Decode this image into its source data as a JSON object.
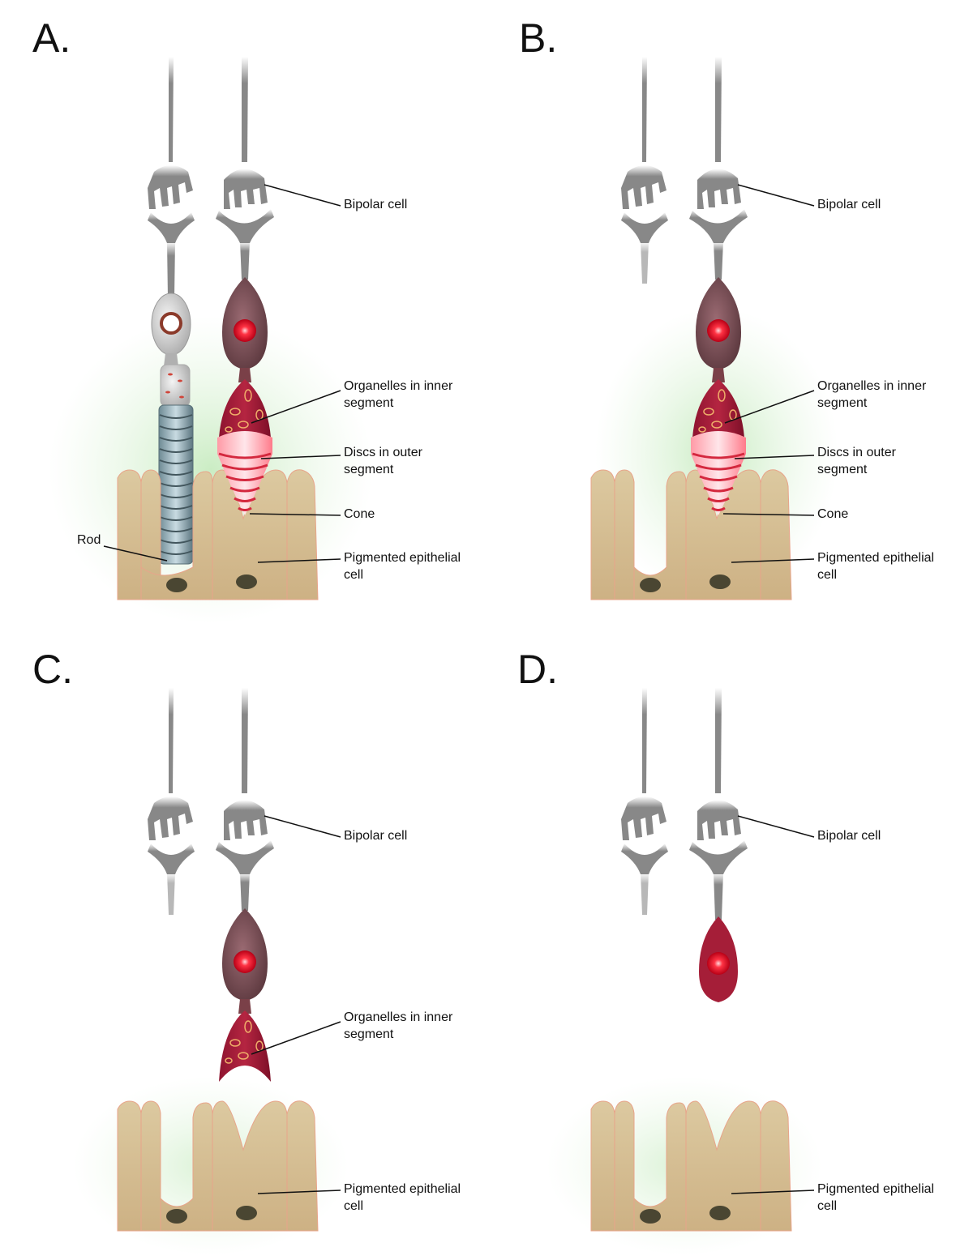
{
  "panels": {
    "a": {
      "letter": "A.",
      "labels": {
        "bipolar": "Bipolar cell",
        "organelles": "Organelles in inner\nsegment",
        "discs": "Discs in outer\nsegment",
        "cone": "Cone",
        "rod": "Rod",
        "rpe": "Pigmented epithelial\ncell"
      }
    },
    "b": {
      "letter": "B.",
      "labels": {
        "bipolar": "Bipolar cell",
        "organelles": "Organelles in inner\nsegment",
        "discs": "Discs in outer\nsegment",
        "cone": "Cone",
        "rpe": "Pigmented epithelial\ncell"
      }
    },
    "c": {
      "letter": "C.",
      "labels": {
        "bipolar": "Bipolar cell",
        "organelles": "Organelles in inner\nsegment",
        "rpe": "Pigmented epithelial\ncell"
      }
    },
    "d": {
      "letter": "D.",
      "labels": {
        "bipolar": "Bipolar cell",
        "rpe": "Pigmented epithelial\ncell"
      }
    }
  },
  "colors": {
    "bipolar_gray": "#8a8a8a",
    "cone_red": "#a51e38",
    "nucleus_red": "#ff2a3a",
    "rpe_tan": "#d8c29a",
    "rpe_green": "#9fd49a",
    "rod_blue": "#8aa5b0"
  }
}
